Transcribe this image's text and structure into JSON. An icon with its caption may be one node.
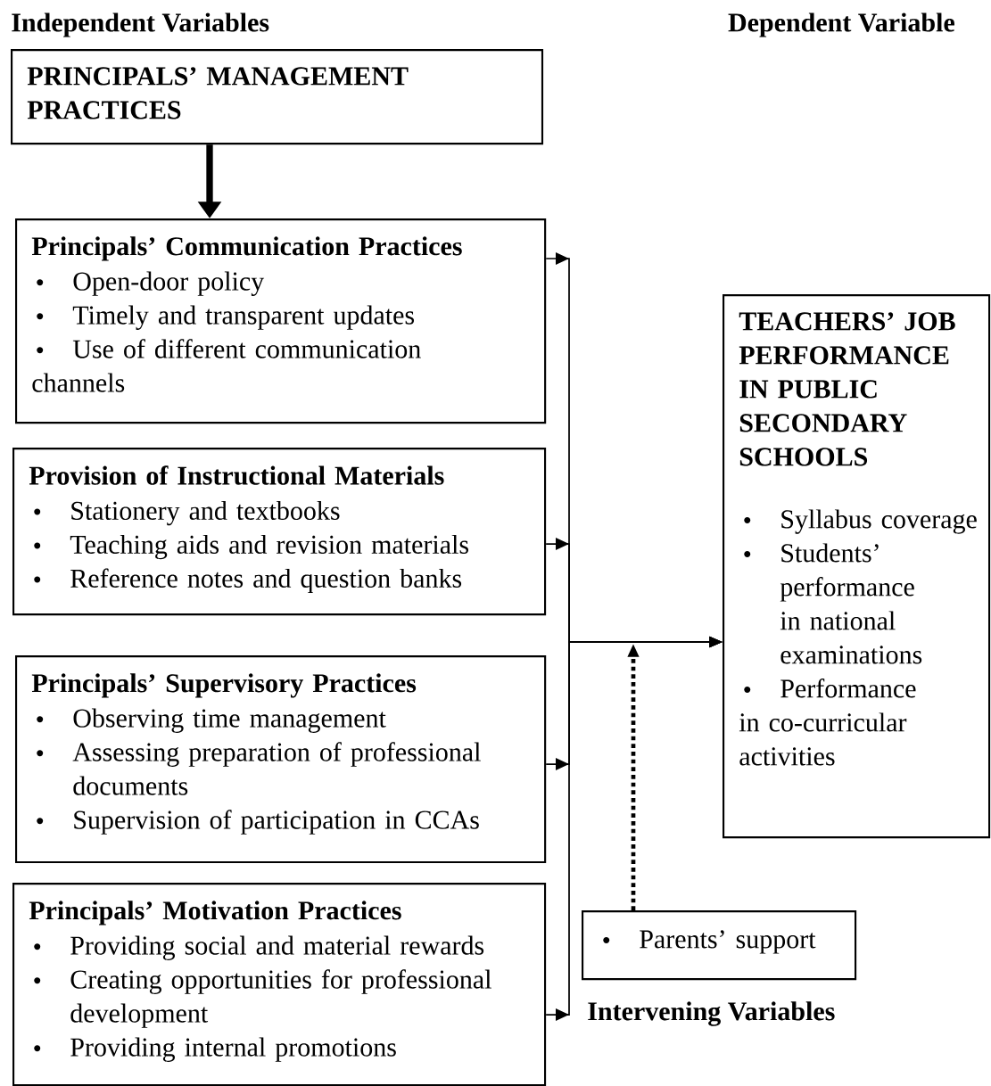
{
  "diagram": {
    "nodes": [
      {
        "text": [
          "PRINCIPALS’ MANAGEMENT PRACTICES"
        ]
      },
      {
        "text": [
          "Principals’ Communication Practices",
          "Open-door policy",
          "Timely and transparent updates",
          "Use of different communication channels"
        ]
      },
      {
        "text": [
          "Provision of Instructional Materials",
          "Stationery and textbooks",
          "Teaching aids and revision materials",
          "Reference notes and question banks"
        ]
      },
      {
        "text": [
          "Principals’ Supervisory Practices",
          "Observing time management",
          "Assessing preparation of professional documents",
          "Supervision of participation in CCAs"
        ]
      },
      {
        "text": [
          "Principals’ Motivation Practices",
          "Providing social and material rewards",
          "Creating opportunities for professional development",
          "Providing internal promotions"
        ]
      },
      {
        "text": [
          "TEACHERS’ JOB PERFORMANCE IN PUBLIC SECONDARY SCHOOLS",
          "Syllabus coverage",
          "Students’ performance in national examinations",
          "Performance in co-curricular activities"
        ]
      },
      {
        "text": [
          "Parents’ support"
        ]
      }
    ],
    "edges": [
      {
        "from": 0,
        "to": 1,
        "arrow": "to",
        "style": "thick"
      },
      {
        "from": 1,
        "to": 5,
        "arrow": "to"
      },
      {
        "from": 2,
        "to": 5,
        "arrow": "to"
      },
      {
        "from": 3,
        "to": 5,
        "arrow": "to"
      },
      {
        "from": 4,
        "to": 5,
        "arrow": "to"
      },
      {
        "from": 6,
        "to": null,
        "arrow": "to",
        "style": "dashed"
      }
    ],
    "labels": [
      "Independent Variables",
      "Dependent Variable",
      "Intervening Variables"
    ]
  }
}
